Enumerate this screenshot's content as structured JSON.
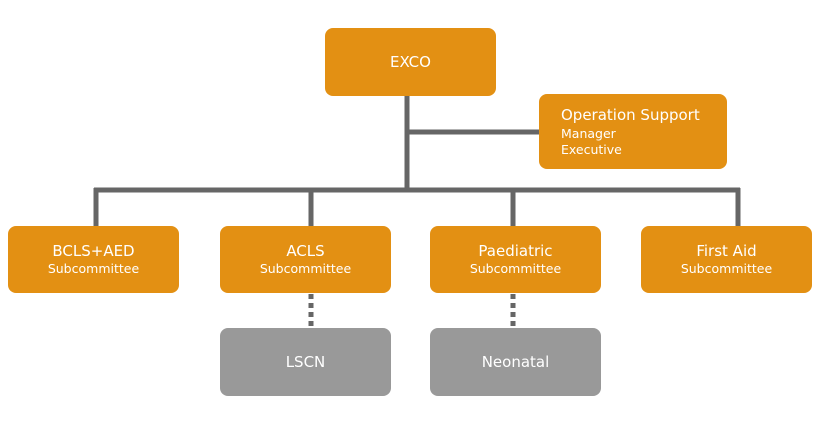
{
  "colors": {
    "primary_box": "#e39013",
    "secondary_box": "#999999",
    "connector": "#666666",
    "text": "#ffffff"
  },
  "exco": {
    "label": "EXCO"
  },
  "support": {
    "title": "Operation Support",
    "line1": "Manager",
    "line2": "Executive"
  },
  "subcommittees": [
    {
      "title": "BCLS+AED",
      "subtitle": "Subcommittee"
    },
    {
      "title": "ACLS",
      "subtitle": "Subcommittee"
    },
    {
      "title": "Paediatric",
      "subtitle": "Subcommittee"
    },
    {
      "title": "First Aid",
      "subtitle": "Subcommittee"
    }
  ],
  "units": [
    {
      "label": "LSCN"
    },
    {
      "label": "Neonatal"
    }
  ]
}
